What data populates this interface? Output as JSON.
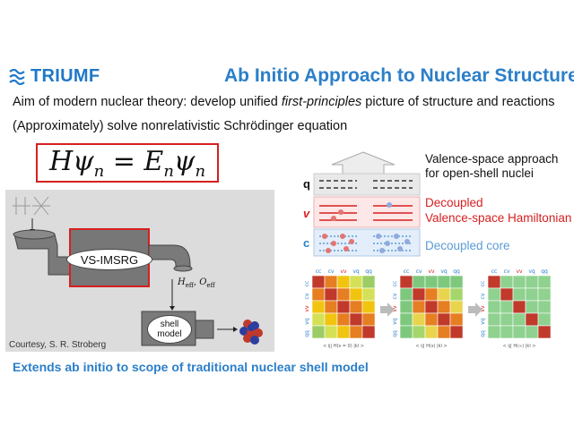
{
  "header": {
    "logo_text": "TRIUMF",
    "title": "Ab Initio Approach to Nuclear Structure"
  },
  "intro": {
    "line1_a": "Aim of modern nuclear theory: develop unified ",
    "line1_em": "first-principles",
    "line1_b": " picture of structure and reactions",
    "line2": "(Approximately) solve nonrelativistic Schrödinger equation"
  },
  "equation": "Hψn = Enψn",
  "diagram": {
    "process_box": "VS-IMSRG",
    "operators": "H_eff, O_eff",
    "shell_model": [
      "shell",
      "model"
    ],
    "courtesy": "Courtesy, S. R. Stroberg"
  },
  "valence": {
    "q_label": "q",
    "v_label": "v",
    "c_label": "c",
    "arrow_text_1": "Valence-space approach",
    "arrow_text_2": "for open-shell nuclei",
    "decoupled_1": "Decoupled",
    "decoupled_2": "Valence-space Hamiltonian",
    "decoupled_core": "Decoupled core"
  },
  "matrices": {
    "col_labels": [
      "cc",
      "cv",
      "vv",
      "vq",
      "qq"
    ],
    "captions": [
      "< ij| H(s = 0) |kl >",
      "< ij| H(s) |kl >",
      "< ij| H(∞) |kl >"
    ]
  },
  "footer": "Extends ab initio to scope of traditional nuclear shell model",
  "colors": {
    "accent_blue": "#2b7fc9",
    "red": "#d62020",
    "light_blue": "#5b9bd5"
  }
}
